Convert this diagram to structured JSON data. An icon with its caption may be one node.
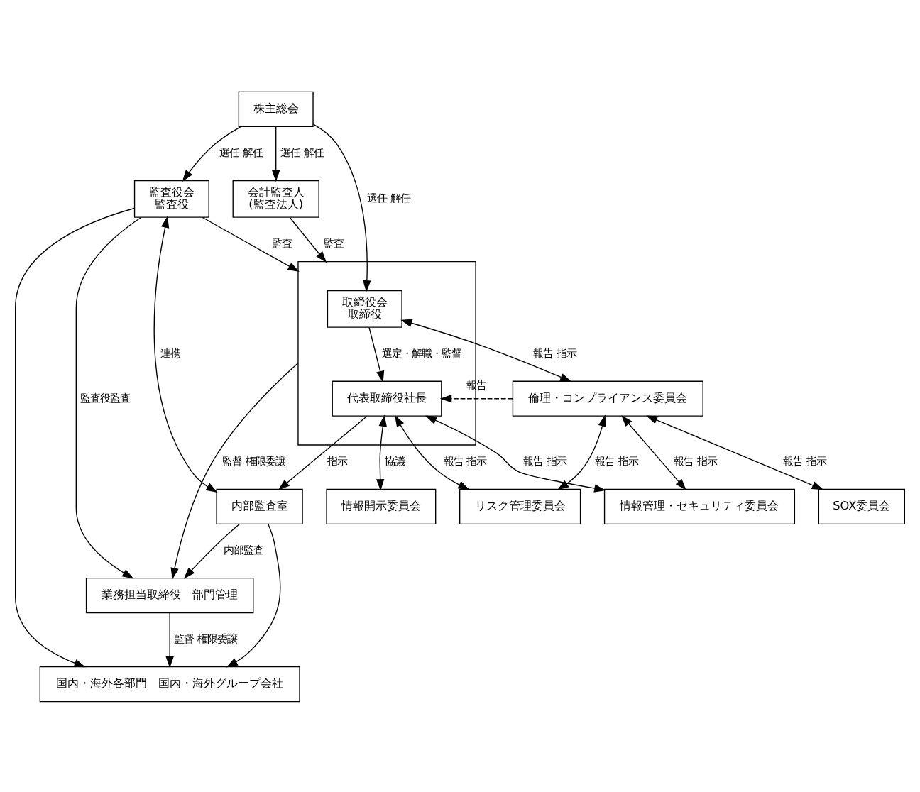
{
  "diagram": {
    "nodes": [
      {
        "text": [
          "株主総会"
        ]
      },
      {
        "text": [
          "監査役会",
          "監査役"
        ]
      },
      {
        "text": [],
        "shape": "box"
      },
      {
        "text": [
          "取締役会",
          "取締役"
        ],
        "in": 2
      },
      {
        "text": [
          "代表取締役社長"
        ],
        "in": 2
      },
      {
        "text": [
          "会計監査人",
          "(監査法人)"
        ]
      },
      {
        "text": [
          "内部監査室"
        ]
      },
      {
        "text": [
          "情報開示委員会"
        ]
      },
      {
        "text": [
          "倫理・コンプライアンス委員会"
        ]
      },
      {
        "text": [
          "リスク管理委員会"
        ]
      },
      {
        "text": [
          "SOX委員会"
        ]
      },
      {
        "text": [
          "情報管理・セキュリティ委員会"
        ]
      },
      {
        "text": [
          "業務担当取締役　部門管理"
        ]
      },
      {
        "text": [
          "国内・海外各部門　国内・海外グループ会社"
        ]
      }
    ],
    "edges": [
      {
        "from": 0,
        "to": 1,
        "arrow": "to",
        "label": "選任 解任"
      },
      {
        "from": 0,
        "to": 3,
        "arrow": "to",
        "label": "選任 解任"
      },
      {
        "from": 0,
        "to": 5,
        "arrow": "to",
        "label": "選任 解任"
      },
      {
        "from": 1,
        "to": 2,
        "arrow": "to",
        "label": "監査"
      },
      {
        "from": 5,
        "to": 2,
        "arrow": "to",
        "label": "監査"
      },
      {
        "from": 3,
        "to": 4,
        "arrow": "to",
        "label": "選定・解職・監督"
      },
      {
        "from": 1,
        "to": 6,
        "arrow": "both",
        "label": "連携"
      },
      {
        "from": 4,
        "to": 6,
        "arrow": "to",
        "label": "指示"
      },
      {
        "from": 4,
        "to": 7,
        "arrow": "both",
        "label": "協議"
      },
      {
        "from": 2,
        "to": 12,
        "arrow": "to",
        "label": "監督 権限委譲"
      },
      {
        "from": 4,
        "to": 9,
        "arrow": "both",
        "label": "報告 指示"
      },
      {
        "from": 8,
        "to": 4,
        "arrow": "to",
        "label": "報告",
        "style": "dashed"
      },
      {
        "from": 3,
        "to": 8,
        "arrow": "both",
        "label": "報告 指示"
      },
      {
        "from": 4,
        "to": 11,
        "arrow": "both",
        "label": "報告 指示"
      },
      {
        "from": 8,
        "to": 9,
        "arrow": "both",
        "label": "報告 指示"
      },
      {
        "from": 8,
        "to": 10,
        "arrow": "both",
        "label": "報告 指示"
      },
      {
        "from": 8,
        "to": 11,
        "arrow": "both",
        "label": "報告 指示"
      },
      {
        "from": 1,
        "to": 12,
        "arrow": "to",
        "label": "監査役監査"
      },
      {
        "from": 1,
        "to": 13,
        "arrow": "to"
      },
      {
        "from": 6,
        "to": 12,
        "arrow": "to",
        "label": "内部監査"
      },
      {
        "from": 6,
        "to": 13,
        "arrow": "to"
      },
      {
        "from": 12,
        "to": 13,
        "arrow": "to",
        "label": "監督 権限委譲"
      }
    ]
  }
}
